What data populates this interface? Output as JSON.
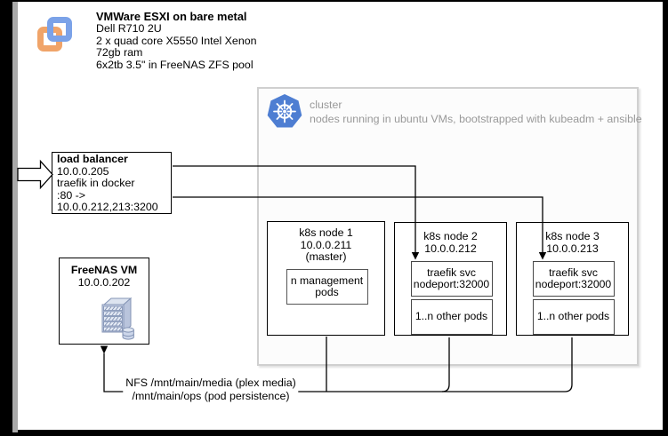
{
  "host": {
    "title": "VMWare ESXI on bare metal",
    "specs": [
      "Dell R710 2U",
      "2 x quad core X5550 Intel Xenon",
      "72gb ram",
      "6x2tb 3.5\" in FreeNAS ZFS pool"
    ],
    "icon_colors": {
      "blue": "#7ba2e8",
      "orange": "#f0a469"
    }
  },
  "cluster": {
    "title": "cluster",
    "subtitle": "nodes running in ubuntu VMs, bootstrapped with kubeadm + ansible",
    "icon_color": "#4e7ed2",
    "text_color": "#999999",
    "border_color": "#d0d0d0"
  },
  "load_balancer": {
    "title": "load balancer",
    "lines": [
      "10.0.0.205",
      "traefik in docker",
      ":80 ->",
      "10.0.0.212,213:3200"
    ]
  },
  "freenas": {
    "title": "FreeNAS VM",
    "ip": "10.0.0.202",
    "icon_colors": {
      "fill": "#ccd6ea",
      "stroke": "#8494b5"
    }
  },
  "nodes": [
    {
      "name": "k8s node 1",
      "ip": "10.0.0.211",
      "role": "(master)",
      "pods": [
        {
          "label": "n management pods"
        }
      ]
    },
    {
      "name": "k8s node 2",
      "ip": "10.0.0.212",
      "role": "",
      "pods": [
        {
          "label": "traefik svc nodeport:32000"
        },
        {
          "label": "1..n other pods"
        }
      ]
    },
    {
      "name": "k8s node 3",
      "ip": "10.0.0.213",
      "role": "",
      "pods": [
        {
          "label": "traefik svc nodeport:32000"
        },
        {
          "label": "1..n other pods"
        }
      ]
    }
  ],
  "nfs": {
    "line1": "NFS /mnt/main/media (plex media)",
    "line2": "/mnt/main/ops (pod persistence)"
  },
  "frame": {
    "background": "#000000",
    "gutter": "#a9a9a9",
    "wire_color": "#000000"
  }
}
